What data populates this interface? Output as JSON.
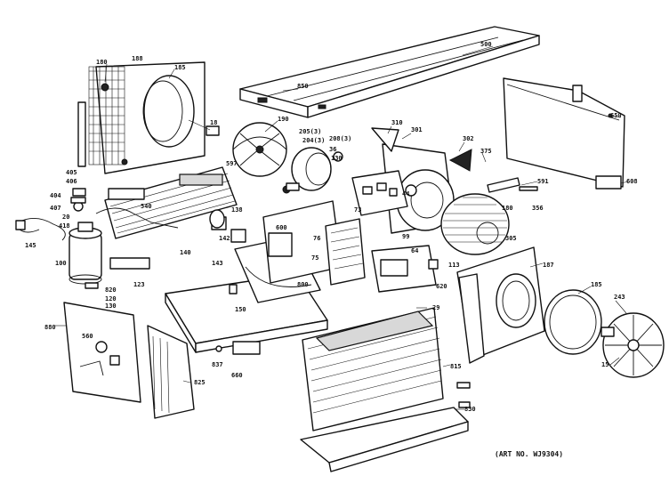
{
  "diagram": {
    "labels": {
      "p500": "500",
      "p850": "850",
      "p180": "180",
      "p188": "188",
      "p185": "185",
      "p190": "190",
      "p18": "18",
      "p205": "205(3)",
      "p204": "204(3)",
      "p208": "208(3)",
      "p36": "36",
      "p130": "130",
      "p310": "310",
      "p301": "301",
      "p302": "302",
      "p375": "375",
      "p650": "650",
      "p608": "608",
      "p591": "591",
      "p356": "356",
      "p180b": "180",
      "p405": "405",
      "p406": "406",
      "p404": "404",
      "p407": "407",
      "p20": "20",
      "p418": "418",
      "p145": "145",
      "p100": "100",
      "p820": "820",
      "p120": "120",
      "p130b": "130",
      "p123": "123",
      "p140": "140",
      "p143": "143",
      "p142": "142",
      "p138": "138",
      "p150": "150",
      "p800": "800",
      "p600": "600",
      "p76": "76",
      "p75": "75",
      "p73": "73",
      "p64": "64",
      "p113": "113",
      "p620": "620",
      "p29": "29",
      "p44": "44",
      "p99": "99",
      "p305": "305",
      "p660": "660",
      "p837": "837",
      "p187": "187",
      "p185b": "185",
      "p243": "243",
      "p15": "15",
      "p815": "815",
      "p830": "830",
      "p880": "880",
      "p560": "560",
      "p597": "597",
      "p540": "540",
      "p825": "825"
    },
    "art_no": "(ART NO. WJ9304)"
  }
}
